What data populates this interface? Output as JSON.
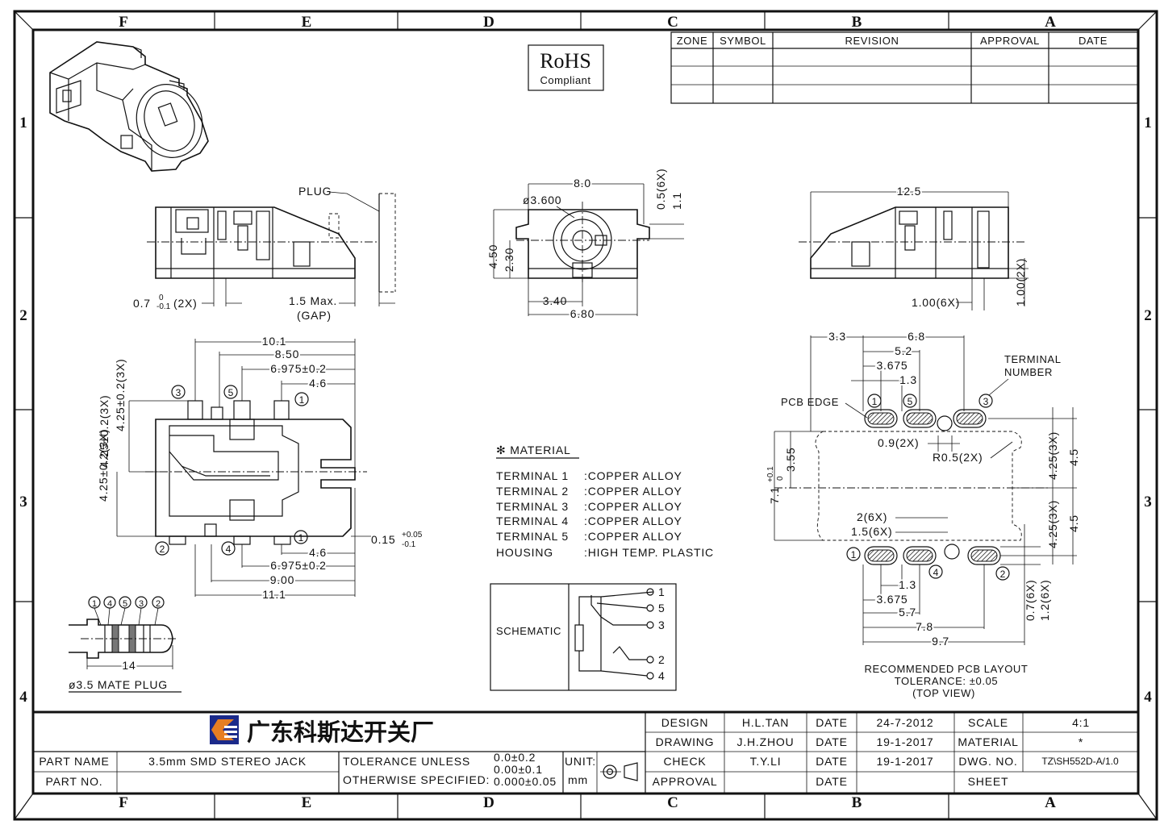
{
  "zones": {
    "cols": [
      "F",
      "E",
      "D",
      "C",
      "B",
      "A"
    ],
    "rows": [
      "1",
      "2",
      "3",
      "4"
    ]
  },
  "revision_table": {
    "headers": [
      "ZONE",
      "SYMBOL",
      "REVISION",
      "APPROVAL",
      "DATE"
    ]
  },
  "rohs": {
    "title": "RoHS",
    "subtitle": "Compliant"
  },
  "side_view": {
    "plug_label": "PLUG",
    "dim_lead": "0.7",
    "dim_lead_tol_hi": "0",
    "dim_lead_tol_lo": "-0.1",
    "dim_lead_count": "(2X)",
    "gap_value": "1.5 Max.",
    "gap_label": "(GAP)"
  },
  "front_view": {
    "width_top": "8.0",
    "diameter": "ø3.600",
    "dim_05": "0.5(6X)",
    "dim_11": "1.1",
    "height_450": "4.50",
    "height_230": "2.30",
    "dim_340": "3.40",
    "dim_680": "6.80"
  },
  "right_view": {
    "length": "12.5",
    "dim_100_6x": "1.00(6X)",
    "dim_100_2x": "1.00(2X)"
  },
  "top_view": {
    "d_101": "10.1",
    "d_850": "8.50",
    "d_6975_top": "6.975±0.2",
    "d_46_top": "4.6",
    "d_425_a": "4.25±0.2(3X)",
    "d_425_b": "4.25±0.2(3X)",
    "d_425_c": "4.25±0.2(3X)",
    "d_015": "0.15",
    "d_015_tol_hi": "+0.05",
    "d_015_tol_lo": "-0.1",
    "d_46_bot": "4.6",
    "d_6975_bot": "6.975±0.2",
    "d_900": "9.00",
    "d_111": "11.1",
    "terminals": [
      "1",
      "2",
      "3",
      "4",
      "5"
    ]
  },
  "mate_plug": {
    "numbers": [
      "1",
      "4",
      "5",
      "3",
      "2"
    ],
    "length": "14",
    "caption": "ø3.5 MATE PLUG"
  },
  "material": {
    "title": "✻ MATERIAL",
    "rows": [
      {
        "item": "TERMINAL 1",
        "spec": ":COPPER  ALLOY"
      },
      {
        "item": "TERMINAL 2",
        "spec": ":COPPER  ALLOY"
      },
      {
        "item": "TERMINAL 3",
        "spec": ":COPPER  ALLOY"
      },
      {
        "item": "TERMINAL 4",
        "spec": ":COPPER  ALLOY"
      },
      {
        "item": "TERMINAL 5",
        "spec": ":COPPER  ALLOY"
      },
      {
        "item": "HOUSING",
        "spec": ":HIGH  TEMP.  PLASTIC"
      }
    ]
  },
  "schematic": {
    "label": "SCHEMATIC",
    "pins": [
      "1",
      "5",
      "3",
      "2",
      "4"
    ]
  },
  "pcb_layout": {
    "d_33": "3.3",
    "d_68": "6.8",
    "d_52": "5.2",
    "d_3675_top": "3.675",
    "d_13_top": "1.3",
    "terminal_number_1": "TERMINAL",
    "terminal_number_2": "NUMBER",
    "pcb_edge": "PCB  EDGE",
    "d_09": "0.9(2X)",
    "r_05": "R0.5(2X)",
    "d_355": "3.55",
    "d_71": "7.1",
    "d_71_tol_hi": "+0.1",
    "d_71_tol_lo": "0",
    "d_425_top": "4.25(3X)",
    "d_45_top": "4.5",
    "d_425_bot": "4.25(3X)",
    "d_45_bot": "4.5",
    "d_2_6x": "2(6X)",
    "d_15_6x": "1.5(6X)",
    "d_13_bot": "1.3",
    "d_3675_bot": "3.675",
    "d_57": "5.7",
    "d_78": "7.8",
    "d_97": "9.7",
    "d_07_6x": "0.7(6X)",
    "d_12_6x": "1.2(6X)",
    "caption_1": "RECOMMENDED  PCB  LAYOUT",
    "caption_2": "TOLERANCE: ±0.05",
    "caption_3": "(TOP  VIEW)",
    "terminals": [
      "1",
      "5",
      "3",
      "1",
      "4",
      "2"
    ]
  },
  "title_block": {
    "company": "广东科斯达开关厂",
    "part_name_label": "PART NAME",
    "part_name": "3.5mm  SMD  STEREO  JACK",
    "part_no_label": "PART NO.",
    "part_no": "",
    "tolerance_1": "TOLERANCE  UNLESS",
    "tolerance_2": "OTHERWISE  SPECIFIED:",
    "tol_a": "0.0±0.2",
    "tol_b": "0.00±0.1",
    "tol_c": "0.000±0.05",
    "unit_label": "UNIT:",
    "unit": "mm",
    "design_label": "DESIGN",
    "design_by": "H.L.TAN",
    "design_date": "24-7-2012",
    "drawing_label": "DRAWING",
    "drawing_by": "J.H.ZHOU",
    "drawing_date": "19-1-2017",
    "check_label": "CHECK",
    "check_by": "T.Y.LI",
    "check_date": "19-1-2017",
    "approval_label": "APPROVAL",
    "date_label": "DATE",
    "scale_label": "SCALE",
    "scale": "4:1",
    "material_label": "MATERIAL",
    "material": "*",
    "dwg_label": "DWG.  NO.",
    "dwg_no": "TZ\\SH552D-A/1.0",
    "sheet_label": "SHEET"
  }
}
